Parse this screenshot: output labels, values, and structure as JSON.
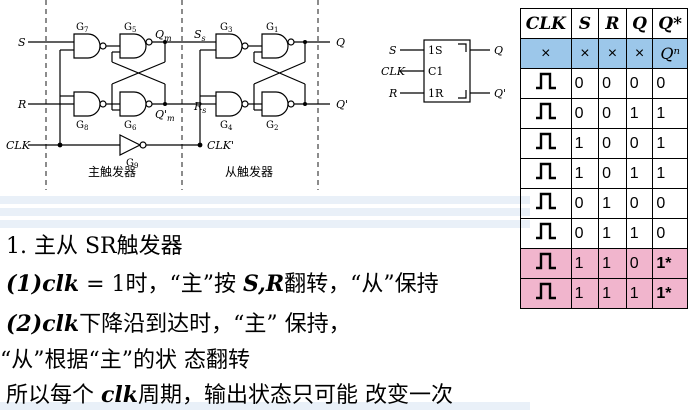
{
  "circuit": {
    "inputs": {
      "s": "S",
      "r": "R",
      "clk": "CLK"
    },
    "gates": [
      "G",
      "G",
      "G",
      "G",
      "G",
      "G",
      "G",
      "G",
      "G"
    ],
    "gate_subs": [
      "7",
      "5",
      "3",
      "1",
      "8",
      "6",
      "4",
      "2",
      "9"
    ],
    "qm": "Q",
    "qm_sub": "m",
    "qm2": "Q'",
    "qm2_sub": "m",
    "sm": "S",
    "sm_sub": "s",
    "rm": "R",
    "rm_sub": "s",
    "q": "Q",
    "qn": "Q'",
    "clk2": "CLK'",
    "master_label": "主触发器",
    "slave_label": "从触发器",
    "sym_s": "1S",
    "sym_c": "C1",
    "sym_r": "1R"
  },
  "table": {
    "headers": [
      "CLK",
      "S",
      "R",
      "Q",
      "Q*"
    ],
    "rows": [
      {
        "s": "×",
        "r": "×",
        "q": "×",
        "qs": "Qⁿ",
        "style": "blue",
        "clk": "×"
      },
      {
        "s": "0",
        "r": "0",
        "q": "0",
        "qs": "0",
        "style": "plain",
        "clk": ""
      },
      {
        "s": "0",
        "r": "0",
        "q": "1",
        "qs": "1",
        "style": "plain",
        "clk": ""
      },
      {
        "s": "1",
        "r": "0",
        "q": "0",
        "qs": "1",
        "style": "plain",
        "clk": ""
      },
      {
        "s": "1",
        "r": "0",
        "q": "1",
        "qs": "1",
        "style": "plain",
        "clk": ""
      },
      {
        "s": "0",
        "r": "1",
        "q": "0",
        "qs": "0",
        "style": "plain",
        "clk": ""
      },
      {
        "s": "0",
        "r": "1",
        "q": "1",
        "qs": "0",
        "style": "plain",
        "clk": ""
      },
      {
        "s": "1",
        "r": "1",
        "q": "0",
        "qs": "1*",
        "style": "pink",
        "clk": ""
      },
      {
        "s": "1",
        "r": "1",
        "q": "1",
        "qs": "1*",
        "style": "pink",
        "clk": ""
      }
    ]
  },
  "text": {
    "line1": "1.  主从 SR触发器",
    "line2_a": "(1)",
    "line2_b": "clk",
    "line2_c": " = 1时，“主”按 ",
    "line2_d": "S",
    "line2_e": ",",
    "line2_f": "R",
    "line2_g": "翻转，“从”保持",
    "line3_a": "(2)",
    "line3_b": "clk",
    "line3_c": "下降沿到达时，“主”   保持，",
    "line4": "“从”根据“主”的状   态翻转",
    "line5_a": "所以每个 ",
    "line5_b": "clk",
    "line5_c": "周期，输出状态只可能   改变一次"
  }
}
